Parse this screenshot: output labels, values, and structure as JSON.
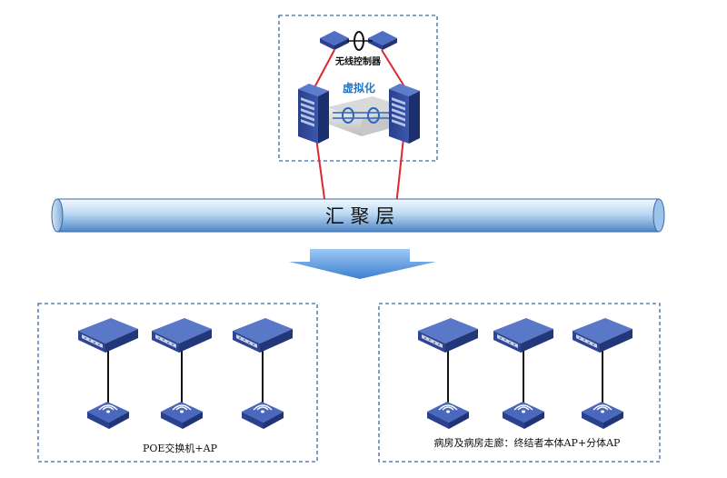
{
  "controller_group": {
    "controller_label": "无线控制器",
    "virtualization_label": "虚拟化"
  },
  "aggregation_layer": {
    "label": "汇 聚 层"
  },
  "access_groups": [
    {
      "caption": "POE交换机+AP",
      "switch_count": 3,
      "ap_count": 3
    },
    {
      "caption": "病房及病房走廊：终结者本体AP+分体AP",
      "switch_count": 3,
      "ap_count": 3
    }
  ],
  "colors": {
    "dashed_border": "#3a6aa0",
    "link_red": "#e0262e",
    "link_black": "#111111",
    "device_blue": "#2f4a9e",
    "device_top": "#4f6fc4",
    "pipe_light": "#eaf4fd",
    "pipe_mid": "#a9cdee",
    "pipe_dark": "#4f86c6",
    "arrow_light": "#8cbdf0",
    "arrow_dark": "#3d7fd0",
    "virt_text": "#1f78c8"
  }
}
